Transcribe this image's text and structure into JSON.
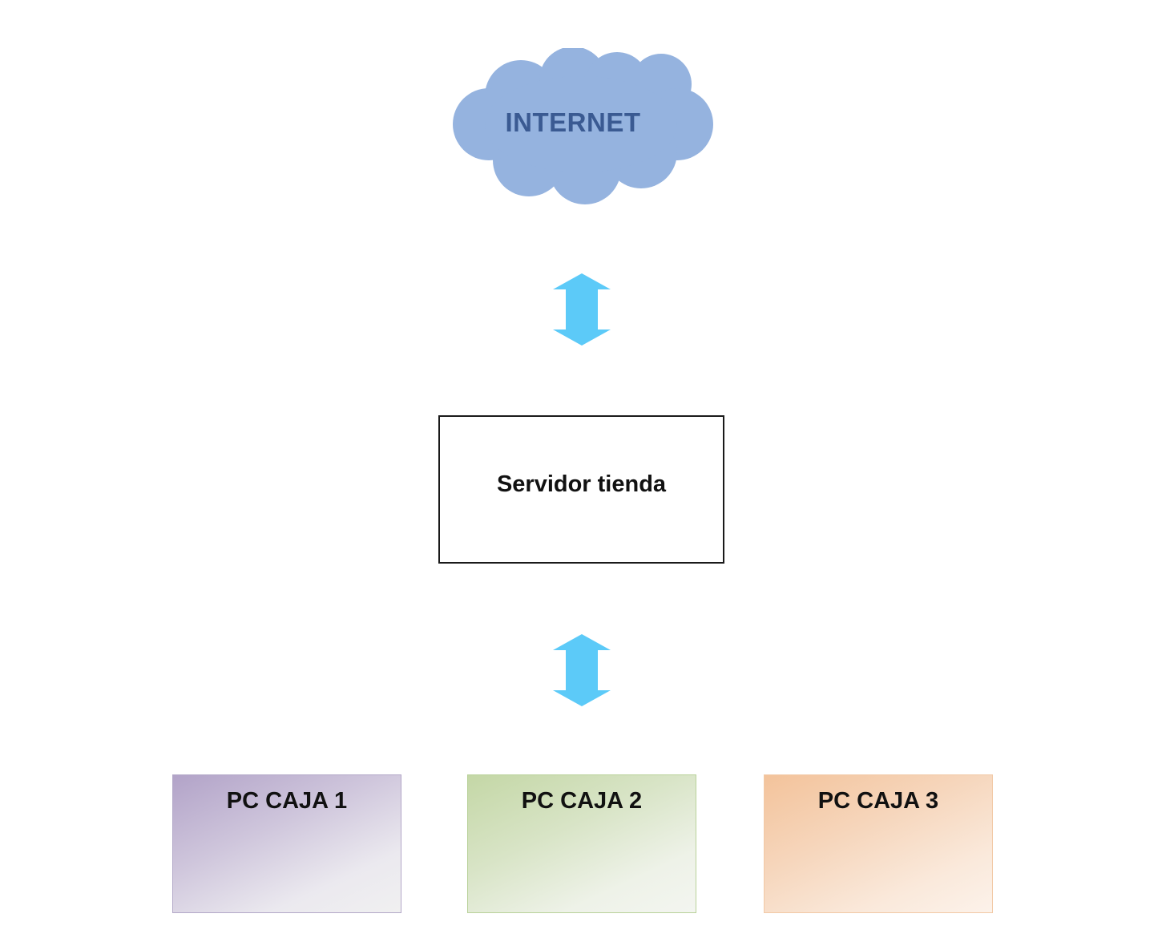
{
  "diagram": {
    "cloud": {
      "label": "INTERNET",
      "fill_color": "#95b3df",
      "text_color": "#3a5a92"
    },
    "arrows": {
      "color": "#5ccaf8",
      "icon": "double-vertical-arrow-icon"
    },
    "server": {
      "label": "Servidor tienda"
    },
    "pcs": [
      {
        "label": "PC CAJA 1",
        "color": "#b2a3c8"
      },
      {
        "label": "PC CAJA 2",
        "color": "#c4d7a6"
      },
      {
        "label": "PC CAJA 3",
        "color": "#f3c39b"
      }
    ]
  }
}
